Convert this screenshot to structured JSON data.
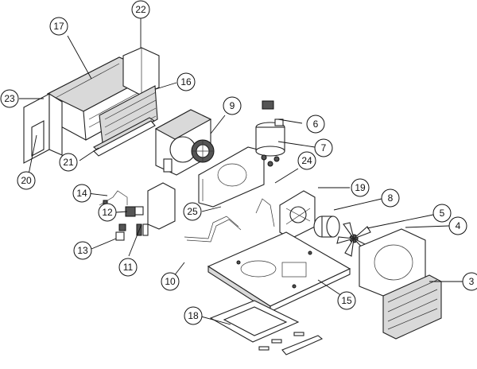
{
  "callouts": [
    {
      "id": "3",
      "label": "3"
    },
    {
      "id": "4",
      "label": "4"
    },
    {
      "id": "5",
      "label": "5"
    },
    {
      "id": "6",
      "label": "6"
    },
    {
      "id": "7",
      "label": "7"
    },
    {
      "id": "8",
      "label": "8"
    },
    {
      "id": "9",
      "label": "9"
    },
    {
      "id": "10",
      "label": "10"
    },
    {
      "id": "11",
      "label": "11"
    },
    {
      "id": "12",
      "label": "12"
    },
    {
      "id": "13",
      "label": "13"
    },
    {
      "id": "14",
      "label": "14"
    },
    {
      "id": "15",
      "label": "15"
    },
    {
      "id": "16",
      "label": "16"
    },
    {
      "id": "17",
      "label": "17"
    },
    {
      "id": "18",
      "label": "18"
    },
    {
      "id": "19",
      "label": "19"
    },
    {
      "id": "20",
      "label": "20"
    },
    {
      "id": "21",
      "label": "21"
    },
    {
      "id": "22",
      "label": "22"
    },
    {
      "id": "23",
      "label": "23"
    },
    {
      "id": "24",
      "label": "24"
    },
    {
      "id": "25",
      "label": "25"
    }
  ]
}
